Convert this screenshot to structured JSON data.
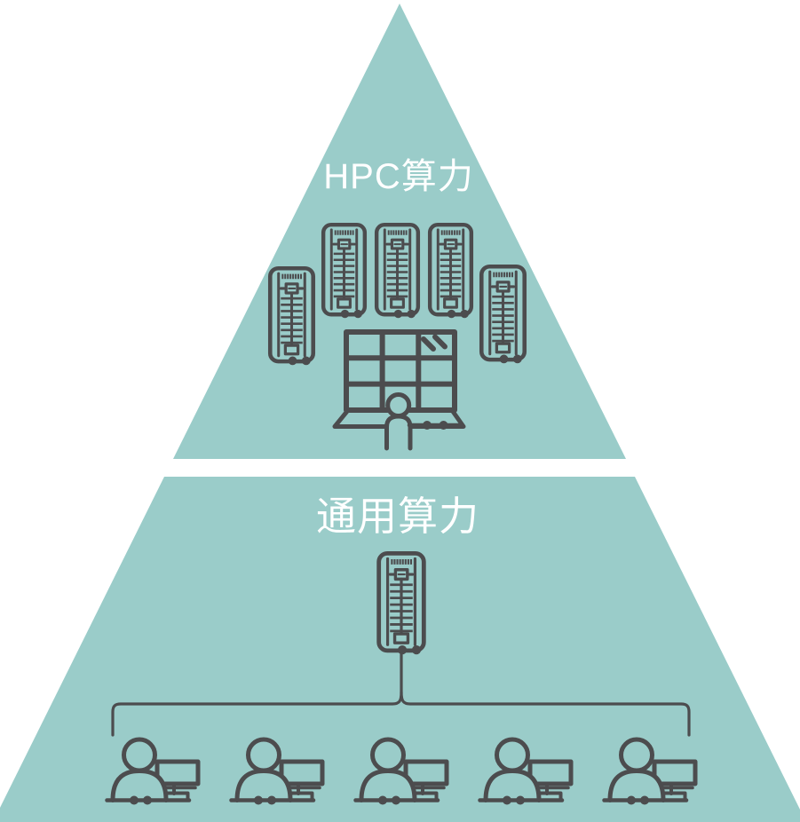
{
  "page": {
    "background_color": "#ffffff"
  },
  "pyramid": {
    "colors": {
      "fill": "#9accc9",
      "line": "#4c4c4e",
      "text": "#ffffff"
    },
    "tiers": [
      {
        "id": "hpc",
        "label": "HPC算力",
        "icons": [
          {
            "name": "server-rack-icon",
            "count": 5
          },
          {
            "name": "data-center-cabinet-icon",
            "count": 1
          },
          {
            "name": "operator-person-icon",
            "count": 1
          }
        ]
      },
      {
        "id": "general",
        "label": "通用算力",
        "icons": [
          {
            "name": "server-rack-icon",
            "count": 1
          },
          {
            "name": "user-workstation-icon",
            "count": 5
          }
        ]
      }
    ]
  }
}
